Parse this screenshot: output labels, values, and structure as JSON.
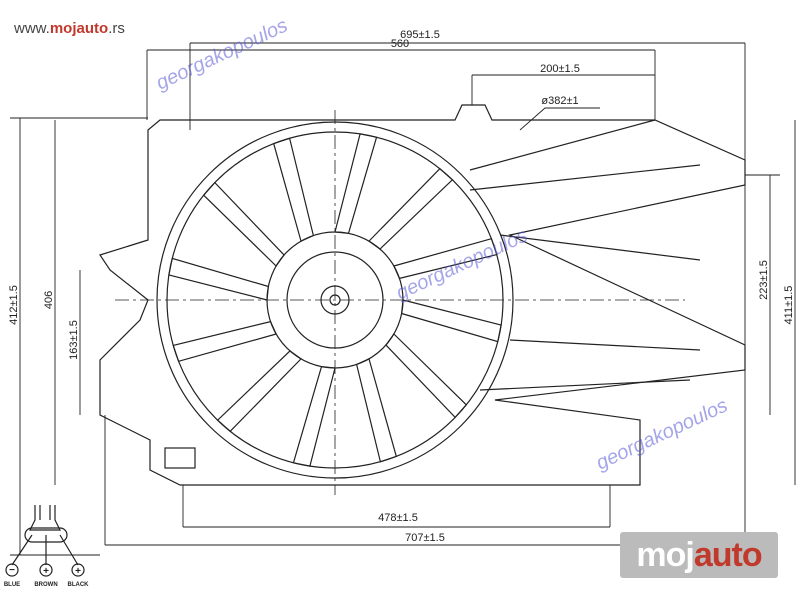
{
  "website": {
    "prefix": "www.",
    "brand": "mojauto",
    "suffix": ".rs"
  },
  "logo": {
    "part1": "moj",
    "part2": "auto"
  },
  "watermark": "georgakopoulos",
  "dimensions": {
    "overall_width": "695±1.5",
    "frame_width": "560",
    "bracket_offset": "200±1.5",
    "fan_diameter": "ø382±1",
    "overall_height": "412±1.5",
    "frame_height": "406",
    "left_mount_height": "163±1.5",
    "right_mount_height": "223±1.5",
    "right_height": "411±1.5",
    "bottom_mount_span": "478±1.5",
    "bottom_total": "707±1.5"
  },
  "connector": {
    "pins": [
      {
        "label": "BLUE",
        "symbol": "−"
      },
      {
        "label": "BROWN",
        "symbol": "+"
      },
      {
        "label": "BLACK",
        "symbol": "+"
      }
    ]
  },
  "colors": {
    "line": "#222222",
    "brand": "#c0392b"
  }
}
